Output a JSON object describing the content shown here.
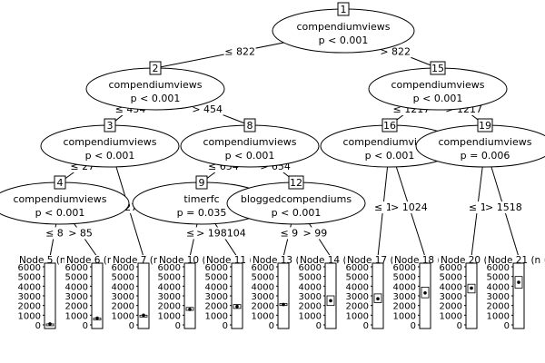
{
  "tree": {
    "nodes": [
      {
        "id": "1",
        "var": "compendiumviews",
        "p": "p < 0.001"
      },
      {
        "id": "2",
        "var": "compendiumviews",
        "p": "p < 0.001"
      },
      {
        "id": "3",
        "var": "compendiumviews",
        "p": "p < 0.001"
      },
      {
        "id": "4",
        "var": "compendiumviews",
        "p": "p < 0.001"
      },
      {
        "id": "8",
        "var": "compendiumviews",
        "p": "p < 0.001"
      },
      {
        "id": "9",
        "var": "timerfc",
        "p": "p = 0.035"
      },
      {
        "id": "12",
        "var": "bloggedcompendiums",
        "p": "p < 0.001"
      },
      {
        "id": "15",
        "var": "compendiumviews",
        "p": "p < 0.001"
      },
      {
        "id": "16",
        "var": "compendiumviews",
        "p": "p < 0.001"
      },
      {
        "id": "19",
        "var": "compendiumviews",
        "p": "p = 0.006"
      }
    ],
    "edges": [
      {
        "from": "1",
        "to": "2",
        "label": "≤ 822"
      },
      {
        "from": "1",
        "to": "15",
        "label": "> 822"
      },
      {
        "from": "2",
        "to": "3",
        "label": "≤ 454"
      },
      {
        "from": "2",
        "to": "8",
        "label": "> 454"
      },
      {
        "from": "3",
        "to": "4",
        "label": "≤ 27"
      },
      {
        "from": "3",
        "to": "7",
        "label": "> 276"
      },
      {
        "from": "4",
        "to": "5",
        "label": "≤ 8"
      },
      {
        "from": "4",
        "to": "6",
        "label": "> 85"
      },
      {
        "from": "8",
        "to": "9",
        "label": "≤ 654"
      },
      {
        "from": "8",
        "to": "12",
        "label": "> 654"
      },
      {
        "from": "9",
        "to": "10",
        "label": "≤ 1"
      },
      {
        "from": "9",
        "to": "11",
        "label": "> 198104"
      },
      {
        "from": "12",
        "to": "13",
        "label": "≤ 9"
      },
      {
        "from": "12",
        "to": "14",
        "label": "> 99"
      },
      {
        "from": "15",
        "to": "16",
        "label": "≤ 1217"
      },
      {
        "from": "15",
        "to": "19",
        "label": "> 1217"
      },
      {
        "from": "16",
        "to": "17",
        "label": "≤ 1"
      },
      {
        "from": "16",
        "to": "18",
        "label": "> 1024"
      },
      {
        "from": "19",
        "to": "20",
        "label": "≤ 1"
      },
      {
        "from": "19",
        "to": "21",
        "label": "> 1518"
      }
    ],
    "terminals": [
      {
        "id": "5",
        "title": "Node 5 (n",
        "median": 100,
        "q1": 100,
        "q3": 100
      },
      {
        "id": "6",
        "title": "Node 6 (n",
        "median": 700,
        "q1": 700,
        "q3": 700
      },
      {
        "id": "7",
        "title": "Node 7 (n",
        "median": 1000,
        "q1": 1000,
        "q3": 1000
      },
      {
        "id": "10",
        "title": "Node 10 (n",
        "median": 1600,
        "q1": 1500,
        "q3": 1800
      },
      {
        "id": "11",
        "title": "Node 11 (n",
        "median": 1900,
        "q1": 1700,
        "q3": 2100
      },
      {
        "id": "13",
        "title": "Node 13 (n",
        "median": 2100,
        "q1": 2000,
        "q3": 2200
      },
      {
        "id": "14",
        "title": "Node 14 (n",
        "median": 2500,
        "q1": 2000,
        "q3": 3000
      },
      {
        "id": "17",
        "title": "Node 17 (n",
        "median": 2700,
        "q1": 2300,
        "q3": 3200
      },
      {
        "id": "18",
        "title": "Node 18 (n",
        "median": 3300,
        "q1": 2800,
        "q3": 3900
      },
      {
        "id": "20",
        "title": "Node 20 (n",
        "median": 3800,
        "q1": 3300,
        "q3": 4200
      },
      {
        "id": "21",
        "title": "Node 21 (n =",
        "median": 4400,
        "q1": 3800,
        "q3": 5000
      }
    ],
    "axis_ticks": [
      "6000",
      "5000",
      "4000",
      "3000",
      "2000",
      "1000",
      "0"
    ]
  }
}
